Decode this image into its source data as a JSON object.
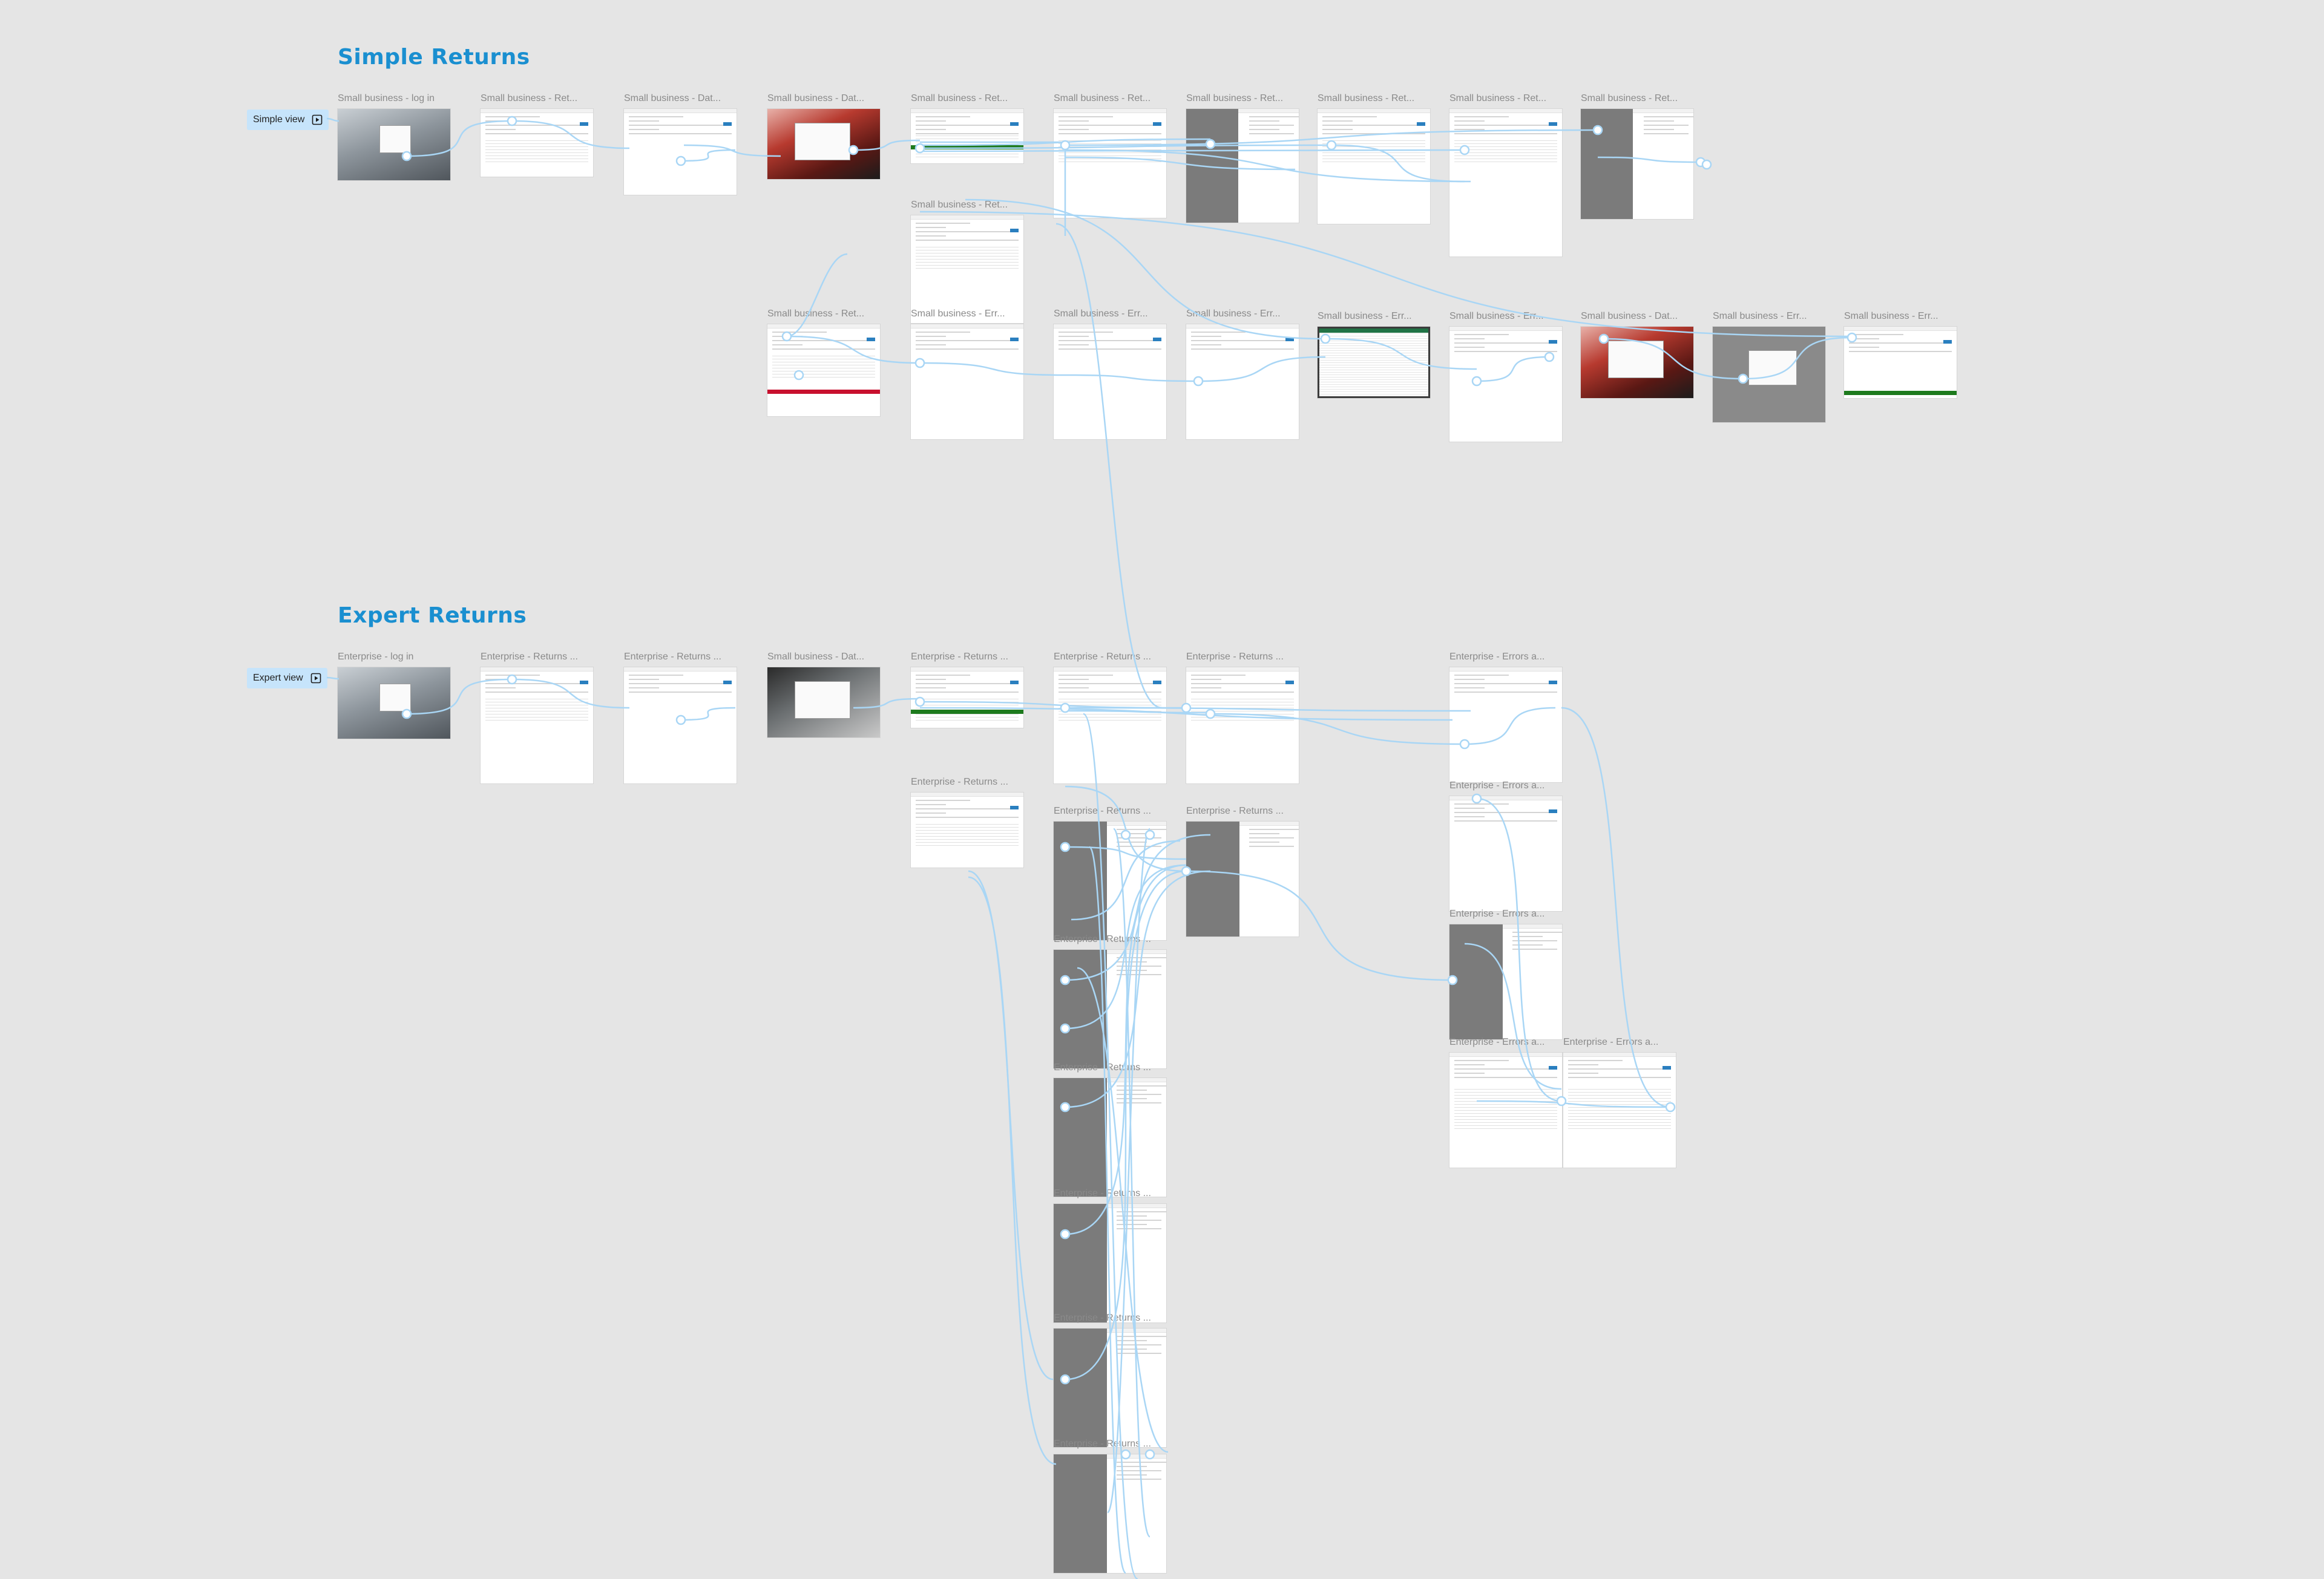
{
  "colors": {
    "canvas_background": "#e5e5e5",
    "section_title": "#1a8fd0",
    "flow_tag_background": "#c6e4fb",
    "prototype_link": "#a9d6f5",
    "frame_label": "#8a8a8a"
  },
  "sections": {
    "simple": {
      "title": "Simple Returns",
      "flow_label": "Simple view",
      "flow_icon": "play-icon"
    },
    "expert": {
      "title": "Expert Returns",
      "flow_label": "Expert view",
      "flow_icon": "play-icon"
    }
  },
  "frames": [
    {
      "label": "Small business - log in",
      "style": "login"
    },
    {
      "label": "Small business - Ret...",
      "style": "table"
    },
    {
      "label": "Small business - Dat...",
      "style": "form"
    },
    {
      "label": "Small business - Dat...",
      "style": "photo-red"
    },
    {
      "label": "Small business - Ret...",
      "style": "table-green"
    },
    {
      "label": "Small business - Ret...",
      "style": "summary"
    },
    {
      "label": "Small business - Ret...",
      "style": "panel-gray"
    },
    {
      "label": "Small business - Ret...",
      "style": "summary"
    },
    {
      "label": "Small business - Ret...",
      "style": "summary"
    },
    {
      "label": "Small business - Ret...",
      "style": "panel-gray"
    },
    {
      "label": "Small business - Ret...",
      "style": "table"
    },
    {
      "label": "Small business - Ret...",
      "style": "table-red"
    },
    {
      "label": "Small business  - Err...",
      "style": "form"
    },
    {
      "label": "Small business  - Err...",
      "style": "form"
    },
    {
      "label": "Small business  - Err...",
      "style": "form"
    },
    {
      "label": "Small business  - Err...",
      "style": "excel"
    },
    {
      "label": "Small business  - Err...",
      "style": "form"
    },
    {
      "label": "Small business - Dat...",
      "style": "photo-red"
    },
    {
      "label": "Small business  - Err...",
      "style": "modal-gray"
    },
    {
      "label": "Small business  - Err...",
      "style": "form-green"
    },
    {
      "label": "Enterprise - log in",
      "style": "login"
    },
    {
      "label": "Enterprise - Returns ...",
      "style": "table"
    },
    {
      "label": "Enterprise - Returns ...",
      "style": "form"
    },
    {
      "label": "Small business - Dat...",
      "style": "photo-dark"
    },
    {
      "label": "Enterprise - Returns ...",
      "style": "table-green"
    },
    {
      "label": "Enterprise - Returns ...",
      "style": "summary"
    },
    {
      "label": "Enterprise - Returns ...",
      "style": "summary"
    },
    {
      "label": "Enterprise - Errors a...",
      "style": "form"
    },
    {
      "label": "Enterprise - Returns ...",
      "style": "table"
    },
    {
      "label": "Enterprise - Returns ...",
      "style": "panel-gray"
    },
    {
      "label": "Enterprise - Returns ...",
      "style": "panel-gray"
    },
    {
      "label": "Enterprise - Errors a...",
      "style": "form"
    },
    {
      "label": "Enterprise - Returns ...",
      "style": "panel-gray"
    },
    {
      "label": "Enterprise - Errors a...",
      "style": "panel-gray"
    },
    {
      "label": "Enterprise - Returns ...",
      "style": "panel-gray"
    },
    {
      "label": "Enterprise - Errors a...",
      "style": "list"
    },
    {
      "label": "Enterprise - Errors a...",
      "style": "list"
    },
    {
      "label": "Enterprise - Returns ...",
      "style": "panel-gray"
    },
    {
      "label": "Enterprise - Returns ...",
      "style": "panel-gray"
    },
    {
      "label": "Enterprise - Returns ...",
      "style": "panel-gray"
    }
  ]
}
